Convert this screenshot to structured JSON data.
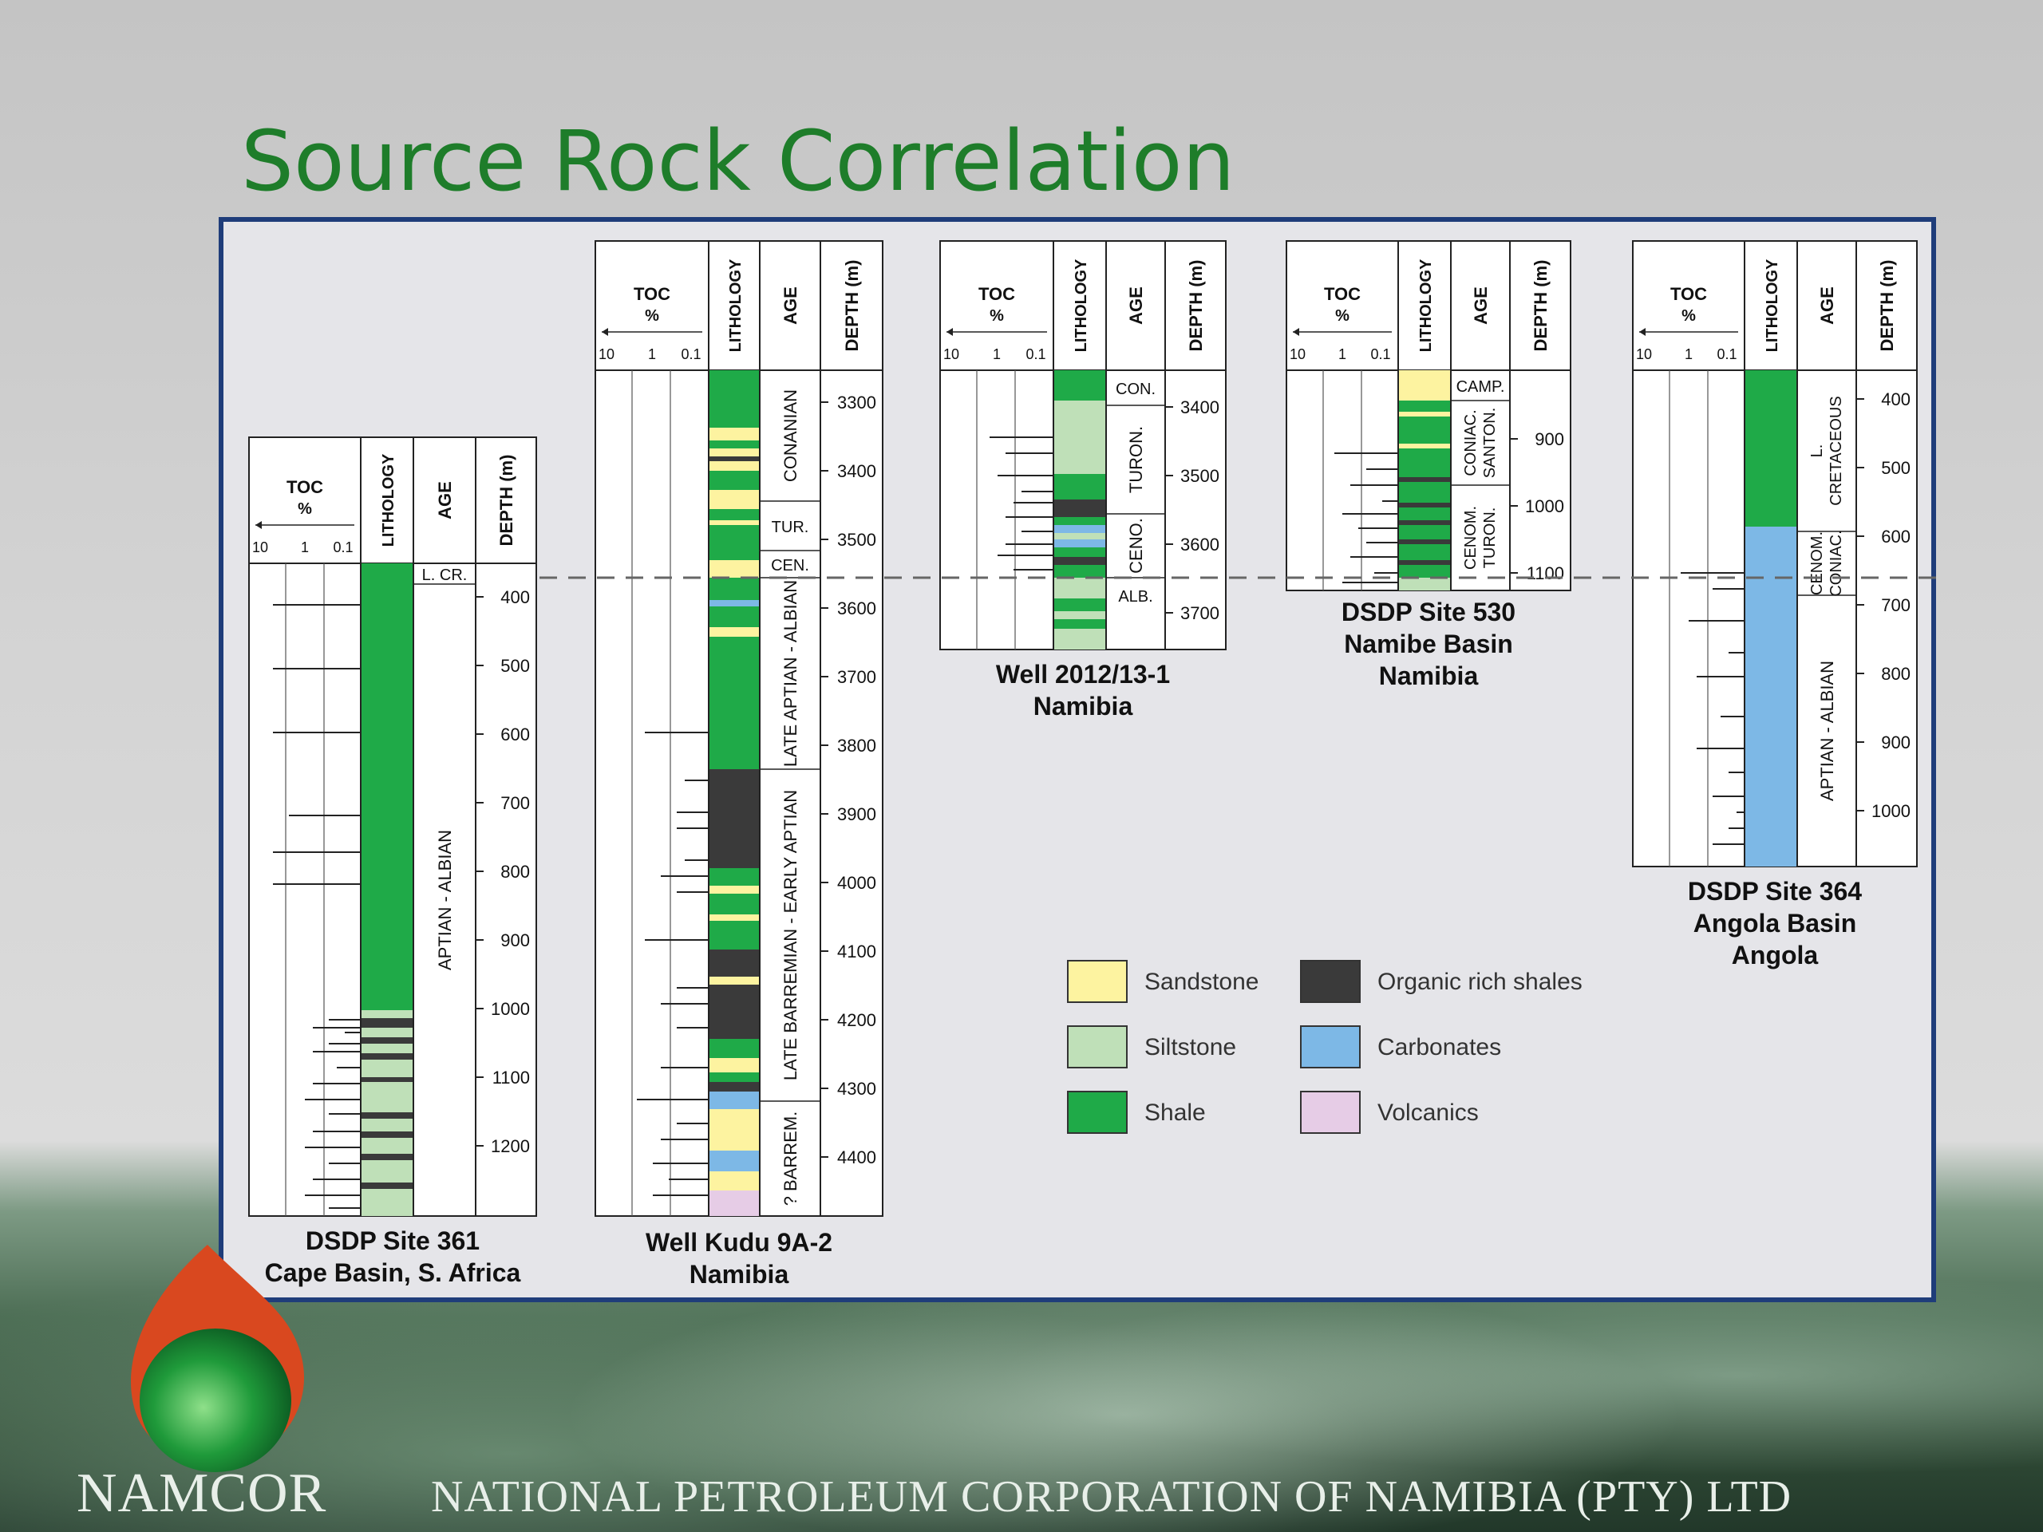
{
  "slide": {
    "title": "Source Rock Correlation",
    "brand": "NAMCOR",
    "company": "NATIONAL PETROLEUM CORPORATION OF NAMIBIA (PTY) LTD"
  },
  "header_labels": {
    "toc": "TOC",
    "toc_unit": "%",
    "toc_ticks": [
      "10",
      "1",
      "0.1"
    ],
    "lithology": "LITHOLOGY",
    "age": "AGE",
    "depth": "DEPTH (m)"
  },
  "legend": [
    {
      "label": "Sandstone",
      "color": "#fdf3a0"
    },
    {
      "label": "Siltstone",
      "color": "#bfe0b8"
    },
    {
      "label": "Shale",
      "color": "#1faa48"
    },
    {
      "label": "Organic rich shales",
      "color": "#3a3a3a"
    },
    {
      "label": "Carbonates",
      "color": "#7db8e6"
    },
    {
      "label": "Volcanics",
      "color": "#e6cce6"
    }
  ],
  "wells": [
    {
      "caption": [
        "DSDP Site 361",
        "Cape Basin, S. Africa"
      ],
      "depth_ticks": [
        "400",
        "500",
        "600",
        "700",
        "800",
        "900",
        "1000",
        "1100",
        "1200"
      ],
      "ages": [
        "L. CR.",
        "APTIAN - ALBIAN"
      ]
    },
    {
      "caption": [
        "Well Kudu 9A-2",
        "Namibia"
      ],
      "depth_ticks": [
        "3300",
        "3400",
        "3500",
        "3600",
        "3700",
        "3800",
        "3900",
        "4000",
        "4100",
        "4200",
        "4300",
        "4400"
      ],
      "ages": [
        "CONANIAN",
        "TUR.",
        "CEN.",
        "LATE APTIAN - ALBIAN",
        "LATE BARREMIAN - EARLY APTIAN",
        "? BARREM."
      ]
    },
    {
      "caption": [
        "Well 2012/13-1",
        "Namibia"
      ],
      "depth_ticks": [
        "3400",
        "3500",
        "3600",
        "3700"
      ],
      "ages": [
        "CON.",
        "TURON.",
        "CENO.",
        "ALB."
      ]
    },
    {
      "caption": [
        "DSDP Site 530",
        "Namibe Basin",
        "Namibia"
      ],
      "depth_ticks": [
        "900",
        "1000",
        "1100"
      ],
      "ages": [
        "CAMP.",
        "CONIAC.",
        "SANTON.",
        "CENOM.",
        "TURON."
      ]
    },
    {
      "caption": [
        "DSDP Site 364",
        "Angola Basin",
        "Angola"
      ],
      "depth_ticks": [
        "400",
        "500",
        "600",
        "700",
        "800",
        "900",
        "1000"
      ],
      "ages": [
        "L.",
        "CRETACEOUS",
        "CENOM.",
        "CONIAC.",
        "APTIAN - ALBIAN"
      ]
    }
  ]
}
